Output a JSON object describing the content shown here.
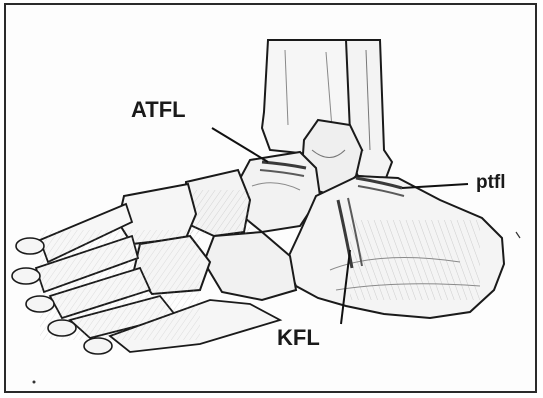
{
  "figure": {
    "labels": {
      "atfl": "ATFL",
      "ptfl": "ptfl",
      "kfl": "KFL"
    }
  },
  "colors": {
    "ink": "#1a1a1a",
    "bone_fill": "#f4f4f4",
    "shade": "#8a8a8a",
    "frame": "#2a2a2a"
  }
}
